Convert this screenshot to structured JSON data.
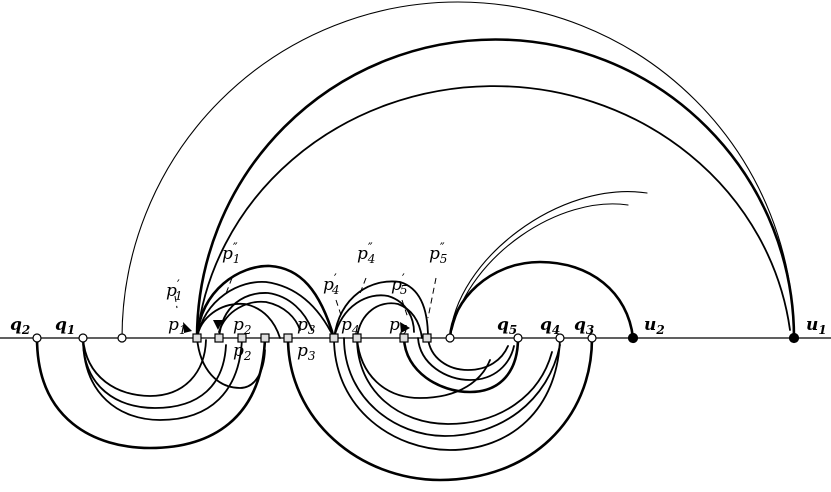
{
  "labels": {
    "q2": {
      "base": "q",
      "sub": "2",
      "bold": true
    },
    "q1": {
      "base": "q",
      "sub": "1",
      "bold": true
    },
    "p1": {
      "base": "p",
      "sub": "1",
      "prime": ""
    },
    "p1p": {
      "base": "p",
      "sub": "1",
      "prime": "′"
    },
    "p1pp": {
      "base": "p",
      "sub": "1",
      "prime": "″"
    },
    "p2a": {
      "base": "p",
      "sub": "2",
      "prime": ""
    },
    "p2b": {
      "base": "p",
      "sub": "2",
      "prime": ""
    },
    "p3a": {
      "base": "p",
      "sub": "3",
      "prime": ""
    },
    "p3b": {
      "base": "p",
      "sub": "3",
      "prime": ""
    },
    "p4": {
      "base": "p",
      "sub": "4",
      "prime": ""
    },
    "p4p": {
      "base": "p",
      "sub": "4",
      "prime": "′"
    },
    "p4pp": {
      "base": "p",
      "sub": "4",
      "prime": "″"
    },
    "p5": {
      "base": "p",
      "sub": "5",
      "prime": ""
    },
    "p5p": {
      "base": "p",
      "sub": "5",
      "prime": "′"
    },
    "p5pp": {
      "base": "p",
      "sub": "5",
      "prime": "″"
    },
    "q5": {
      "base": "q",
      "sub": "5",
      "bold": true
    },
    "q4": {
      "base": "q",
      "sub": "4",
      "bold": true
    },
    "q3": {
      "base": "q",
      "sub": "3",
      "bold": true
    },
    "u2": {
      "base": "u",
      "sub": "2",
      "bold": true
    },
    "u1": {
      "base": "u",
      "sub": "1",
      "bold": true
    }
  }
}
